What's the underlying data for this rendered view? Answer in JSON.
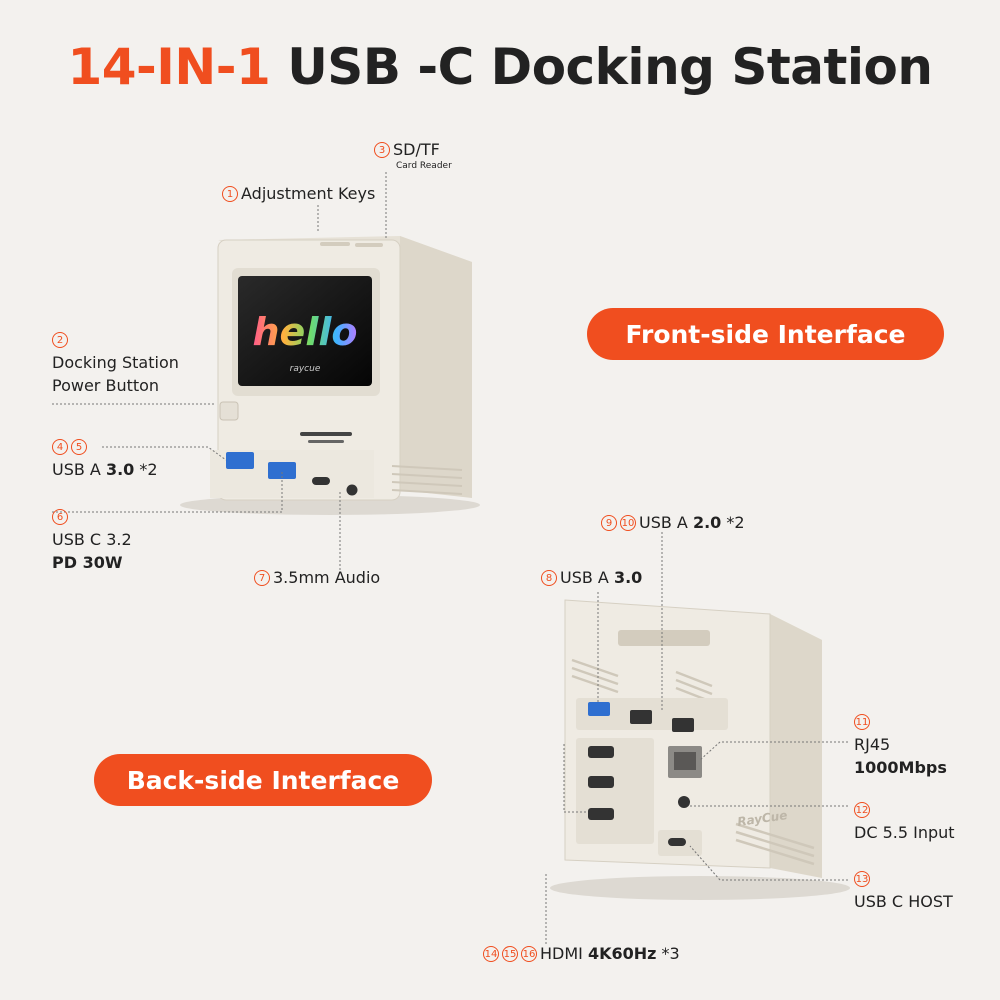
{
  "colors": {
    "accent": "#f04e1f",
    "device": "#ebe7de",
    "screen": "#141414"
  },
  "title": {
    "accent": "14-IN-1",
    "rest": " USB -C Docking Station"
  },
  "pills": {
    "front": "Front-side Interface",
    "back": "Back-side Interface"
  },
  "screen": {
    "hello": "hello",
    "brand": "raycue"
  },
  "back_brand": "RayCue",
  "labels": {
    "sd": {
      "nums": [
        "3"
      ],
      "text": "SD/TF",
      "sub": "Card Reader"
    },
    "keys": {
      "nums": [
        "1"
      ],
      "text": "Adjustment Keys"
    },
    "power": {
      "nums": [
        "2"
      ],
      "line1": "Docking Station",
      "line2": "Power Button"
    },
    "usba3": {
      "nums": [
        "4",
        "5"
      ],
      "text": "USB A ",
      "bold": "3.0",
      "suffix": " *2"
    },
    "usbc": {
      "nums": [
        "6"
      ],
      "line1": "USB C 3.2",
      "bold": "PD 30W"
    },
    "audio": {
      "nums": [
        "7"
      ],
      "text": "3.5mm Audio"
    },
    "usba2": {
      "nums": [
        "9",
        "10"
      ],
      "text": "USB A ",
      "bold": "2.0",
      "suffix": " *2"
    },
    "usba3b": {
      "nums": [
        "8"
      ],
      "text": "USB A ",
      "bold": "3.0"
    },
    "rj45": {
      "nums": [
        "11"
      ],
      "line1": "RJ45",
      "bold": "1000Mbps"
    },
    "dc": {
      "nums": [
        "12"
      ],
      "text": "DC 5.5 Input"
    },
    "host": {
      "nums": [
        "13"
      ],
      "text": "USB C HOST"
    },
    "hdmi": {
      "nums": [
        "14",
        "15",
        "16"
      ],
      "text": "HDMI ",
      "bold": "4K60Hz",
      "suffix": " *3"
    }
  }
}
